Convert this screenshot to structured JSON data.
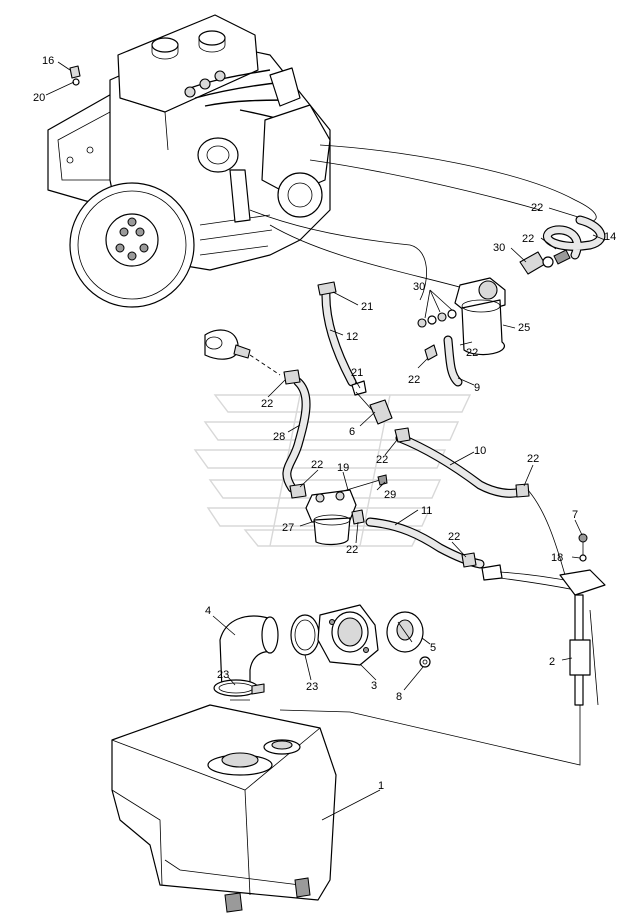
{
  "callouts": {
    "c1": "1",
    "c2": "2",
    "c3": "3",
    "c4": "4",
    "c5": "5",
    "c6": "6",
    "c7": "7",
    "c8": "8",
    "c9": "9",
    "c10": "10",
    "c11": "11",
    "c12": "12",
    "c14": "14",
    "c16": "16",
    "c18": "18",
    "c19": "19",
    "c20": "20",
    "c21a": "21",
    "c21b": "21",
    "c22a": "22",
    "c22b": "22",
    "c22c": "22",
    "c22d": "22",
    "c22e": "22",
    "c22f": "22",
    "c22g": "22",
    "c22h": "22",
    "c22i": "22",
    "c22j": "22",
    "c23a": "23",
    "c23b": "23",
    "c25": "25",
    "c27": "27",
    "c28": "28",
    "c29": "29",
    "c30a": "30",
    "c30b": "30"
  }
}
